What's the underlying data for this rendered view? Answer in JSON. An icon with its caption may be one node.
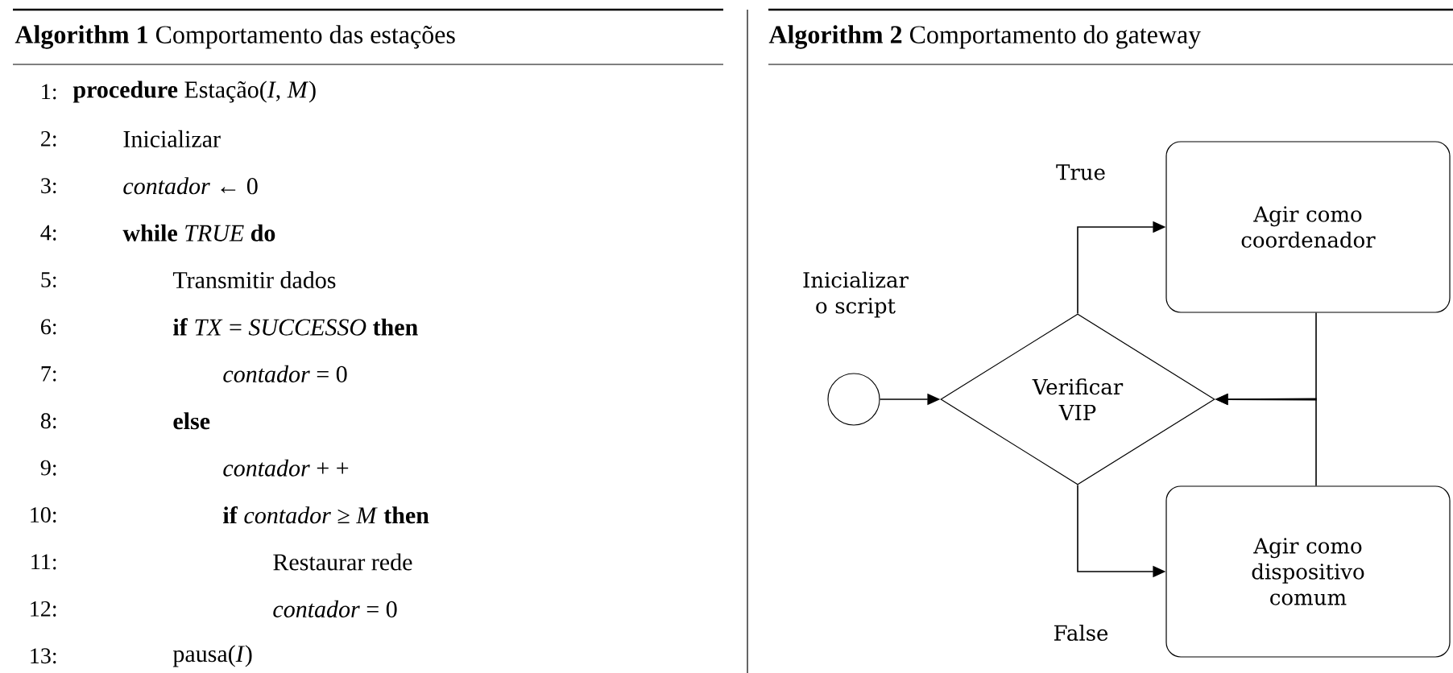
{
  "diagram": {
    "nodes": [
      {
        "text": [
          "Inicializar o script"
        ]
      },
      {
        "text": [
          "Verificar VIP"
        ]
      },
      {
        "text": [
          "Agir como coordenador"
        ]
      },
      {
        "text": [
          "Agir como dispositivo comum"
        ]
      }
    ],
    "edges": [
      {
        "from": 0,
        "to": 1,
        "arrow": "to"
      },
      {
        "from": 1,
        "to": 2,
        "arrow": "to",
        "label": "True"
      },
      {
        "from": 1,
        "to": 3,
        "arrow": "to",
        "label": "False"
      },
      {
        "from": 2,
        "to": 1,
        "arrow": "to"
      },
      {
        "from": 3,
        "to": 1,
        "arrow": "to"
      }
    ],
    "labels": [
      "**Algorithm 1** Comportamento das estações",
      "1:",
      "**procedure** Estação(*I*, *M*)",
      "2:",
      "Inicializar",
      "3:",
      "*contador* ← 0",
      "4:",
      "**while** *TRUE* **do**",
      "5:",
      "Transmitir dados",
      "6:",
      "**if** *TX* = *SUCCESSO* **then**",
      "7:",
      "*contador* = 0",
      "8:",
      "else",
      "9:",
      "*contador* + +",
      "10:",
      "**if** *contador* ≥ *M* **then**",
      "11:",
      "Restaurar rede",
      "12:",
      "*contador* = 0",
      "13:",
      "pausa(*I*)",
      "**Algorithm 2** Comportamento do gateway"
    ]
  }
}
